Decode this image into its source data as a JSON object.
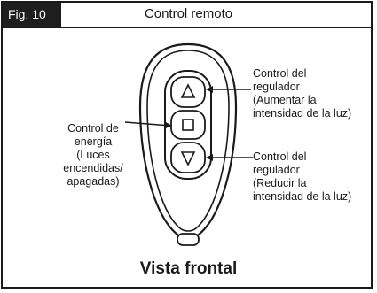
{
  "figure": {
    "tag": "Fig. 10",
    "title": "Control remoto",
    "caption": "Vista frontal"
  },
  "labels": {
    "increase": [
      "Control del",
      "regulador",
      "(Aumentar la",
      "intensidad de la luz)"
    ],
    "power": [
      "Control de",
      "energía (Luces",
      "encendidas/",
      "apagadas)"
    ],
    "decrease": [
      "Control del",
      "regulador",
      "(Reducir la",
      "intensidad de la luz)"
    ]
  },
  "buttons": {
    "up_icon": "triangle-up-icon",
    "power_icon": "square-icon",
    "down_icon": "triangle-down-icon"
  },
  "colors": {
    "tag_bg": "#1e1e1e",
    "ink": "#1a1a1a"
  }
}
